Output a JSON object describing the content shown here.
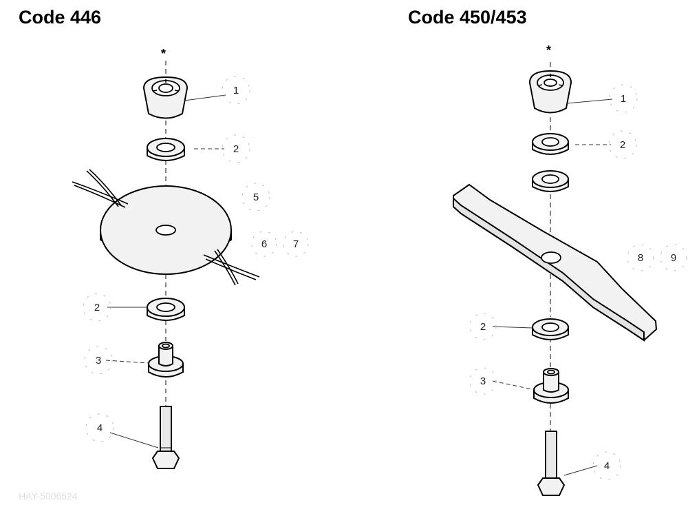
{
  "titles": {
    "left": "Code 446",
    "right": "Code 450/453"
  },
  "left_assembly": {
    "star": "*",
    "callouts": [
      "1",
      "2",
      "5",
      "6",
      "7",
      "2",
      "3",
      "4"
    ]
  },
  "right_assembly": {
    "star": "*",
    "callouts": [
      "1",
      "2",
      "8",
      "9",
      "2",
      "3",
      "4"
    ]
  },
  "reference_code": "HAY-5006524"
}
